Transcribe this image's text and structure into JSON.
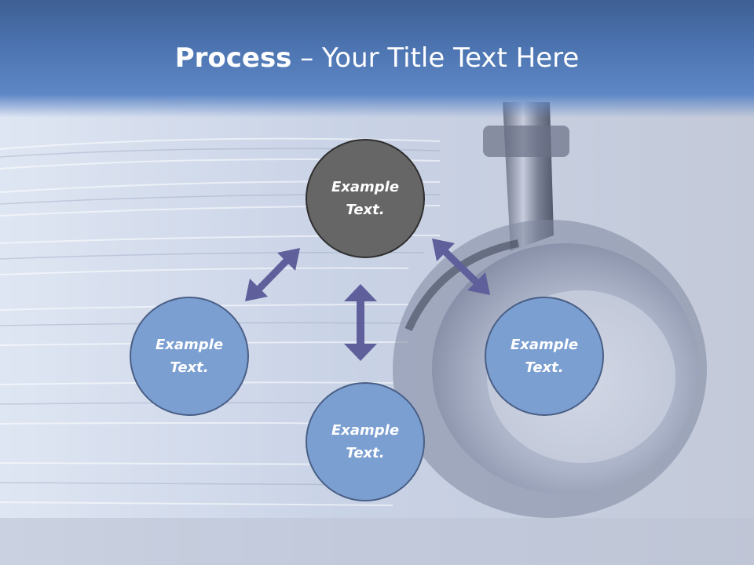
{
  "title": {
    "bold": "Process",
    "rest": " – Your Title Text Here"
  },
  "nodes": {
    "top": {
      "line1": "Example",
      "line2": "Text."
    },
    "left": {
      "line1": "Example",
      "line2": "Text."
    },
    "right": {
      "line1": "Example",
      "line2": "Text."
    },
    "bottom": {
      "line1": "Example",
      "line2": "Text."
    }
  },
  "colors": {
    "arrow": "#5f5f9c",
    "node_dark": "#666666",
    "node_blue": "#7b9fd1",
    "title_band": "#4c74b0"
  }
}
